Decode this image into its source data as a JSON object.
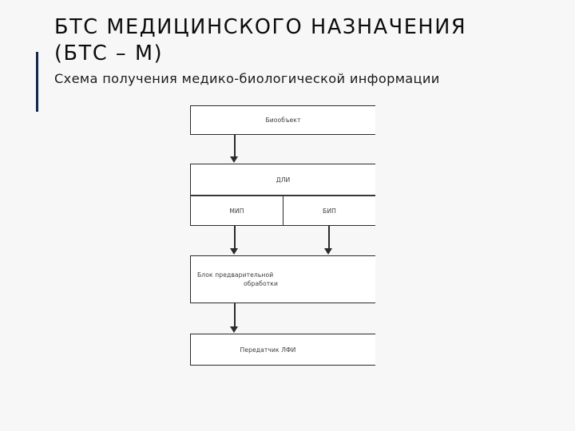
{
  "slide": {
    "background_color": "#f7f7f7",
    "accent_color": "#12284c",
    "title": "БТС МЕДИЦИНСКОГО НАЗНАЧЕНИЯ\n(БТС – М)",
    "subtitle": "Схема получения медико-биологической информации"
  },
  "diagram": {
    "type": "flowchart",
    "nodes": [
      {
        "id": "bioobject",
        "label": "Биообъект"
      },
      {
        "id": "dli",
        "label": "ДЛИ"
      },
      {
        "id": "mip",
        "label": "МИП"
      },
      {
        "id": "bip",
        "label": "БИП"
      },
      {
        "id": "preproc",
        "label_line_1": "Блок предварительной",
        "label_line_2": "обработки"
      },
      {
        "id": "transmitter",
        "label": "Передатчик ЛФИ"
      }
    ],
    "edges": [
      {
        "from": "bioobject",
        "to": "dli"
      },
      {
        "from": "mip",
        "to": "preproc"
      },
      {
        "from": "bip",
        "to": "preproc"
      },
      {
        "from": "preproc",
        "to": "transmitter"
      }
    ],
    "line_color": "#2b2b2b",
    "node_fill": "#ffffff"
  }
}
